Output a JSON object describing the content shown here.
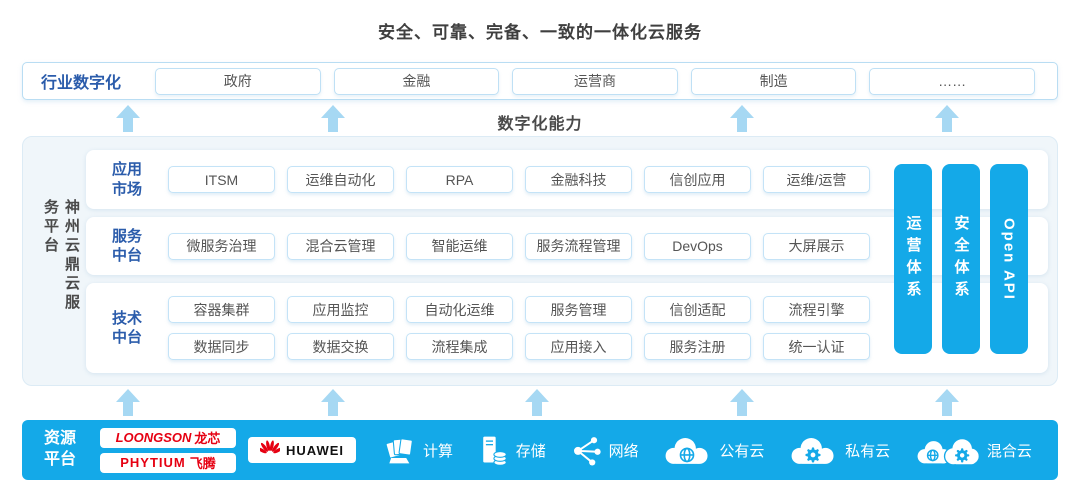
{
  "title": "安全、可靠、完备、一致的一体化云服务",
  "industry": {
    "label": "行业数字化",
    "items": [
      "政府",
      "金融",
      "运营商",
      "制造",
      "……"
    ]
  },
  "capability_label": "数字化能力",
  "platform": {
    "vertical_label": "神州云鼎云服务平台",
    "rows": [
      {
        "label_lines": [
          "应用",
          "市场"
        ],
        "lines": [
          [
            "ITSM",
            "运维自动化",
            "RPA",
            "金融科技",
            "信创应用",
            "运维/运营"
          ]
        ]
      },
      {
        "label_lines": [
          "服务",
          "中台"
        ],
        "lines": [
          [
            "微服务治理",
            "混合云管理",
            "智能运维",
            "服务流程管理",
            "DevOps",
            "大屏展示"
          ]
        ]
      },
      {
        "label_lines": [
          "技术",
          "中台"
        ],
        "lines": [
          [
            "容器集群",
            "应用监控",
            "自动化运维",
            "服务管理",
            "信创适配",
            "流程引擎"
          ],
          [
            "数据同步",
            "数据交换",
            "流程集成",
            "应用接入",
            "服务注册",
            "统一认证"
          ]
        ]
      }
    ],
    "side_bars": [
      {
        "label": "运营体系",
        "latin": false
      },
      {
        "label": "安全体系",
        "latin": false
      },
      {
        "label": "Open API",
        "latin": true
      }
    ]
  },
  "resource": {
    "label_lines": [
      "资源",
      "平台"
    ],
    "vendors": [
      {
        "brand": "LOONGSON",
        "cn": "龙芯"
      },
      {
        "brand": "PHYTIUM",
        "cn": "飞腾"
      },
      {
        "brand": "HUAWEI"
      }
    ],
    "items": [
      {
        "icon": "compute-icon",
        "name": "resource-compute",
        "label": "计算"
      },
      {
        "icon": "storage-icon",
        "name": "resource-storage",
        "label": "存储"
      },
      {
        "icon": "network-icon",
        "name": "resource-network",
        "label": "网络"
      },
      {
        "icon": "public-cloud-icon",
        "name": "resource-public-cloud",
        "label": "公有云"
      },
      {
        "icon": "private-cloud-icon",
        "name": "resource-private-cloud",
        "label": "私有云"
      },
      {
        "icon": "hybrid-cloud-icon",
        "name": "resource-hybrid-cloud",
        "label": "混合云"
      }
    ]
  },
  "colors": {
    "accent_blue": "#14a9e8",
    "label_blue": "#2b5cab",
    "arrow_blue": "#a6d8f3",
    "box_border_blue": "#c4e3f7",
    "text_dark": "#4a4a4a",
    "text_gray": "#555555",
    "brand_red": "#e60012"
  }
}
